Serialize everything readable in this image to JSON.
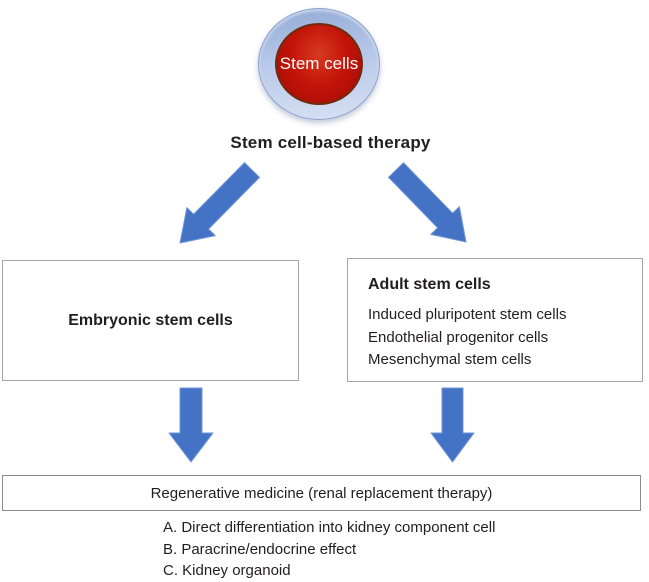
{
  "diagram": {
    "sphere": {
      "label": "Stem cells"
    },
    "title": "Stem cell-based therapy",
    "embryonic_box": {
      "title": "Embryonic stem cells"
    },
    "adult_box": {
      "title": "Adult stem cells",
      "items": [
        "Induced pluripotent stem cells",
        "Endothelial progenitor cells",
        "Mesenchymal stem cells"
      ]
    },
    "bottom_box": {
      "title": "Regenerative medicine (renal replacement therapy)"
    },
    "outcomes": [
      "A. Direct differentiation into kidney component cell",
      "B. Paracrine/endocrine effect",
      "C. Kidney organoid"
    ],
    "colors": {
      "arrow_blue": "#4472c4",
      "ring_blue": "#b7c8e9",
      "sphere_red": "#c21309",
      "box_border_gray": "#a6a6a6",
      "text": "#221e1f"
    }
  }
}
